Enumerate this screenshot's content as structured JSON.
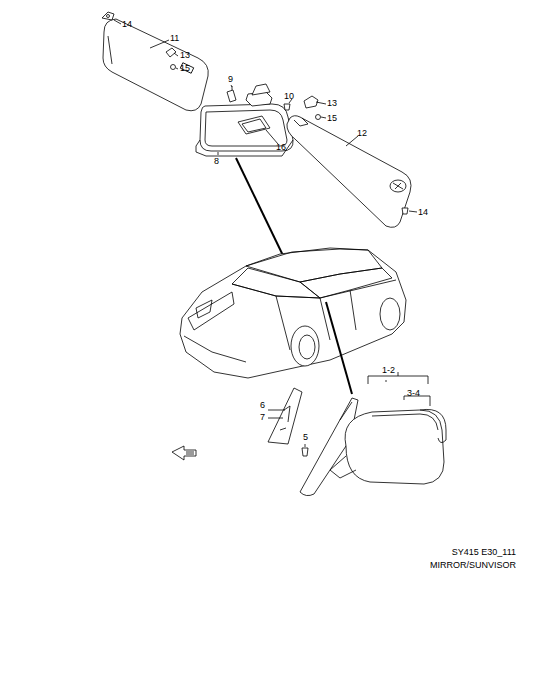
{
  "diagram": {
    "labels": [
      "14",
      "11",
      "13",
      "15",
      "9",
      "10",
      "13",
      "15",
      "8",
      "16",
      "12",
      "14",
      "6",
      "7",
      "5",
      "1-2",
      "3-4",
      "SY415 E30_111",
      "MIRROR/SUNVISOR"
    ]
  }
}
